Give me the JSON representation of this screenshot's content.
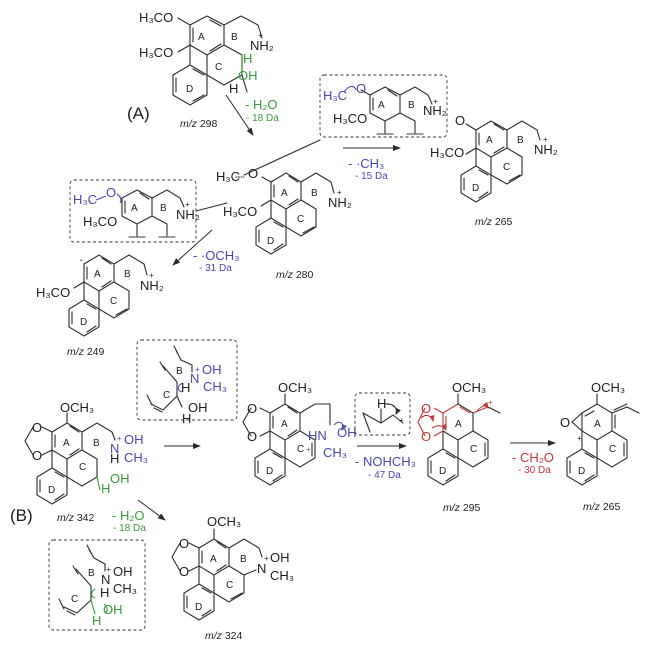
{
  "panels": {
    "A": {
      "label": "(A)",
      "compounds": [
        {
          "id": "a298",
          "mz_prefix": "m/z",
          "mz": "298"
        },
        {
          "id": "a280",
          "mz_prefix": "m/z",
          "mz": "280"
        },
        {
          "id": "a265",
          "mz_prefix": "m/z",
          "mz": "265"
        },
        {
          "id": "a249",
          "mz_prefix": "m/z",
          "mz": "249"
        }
      ],
      "losses": [
        {
          "id": "h2o",
          "formula": "- H₂O",
          "mass": "- 18 Da",
          "color": "#3a9a3a"
        },
        {
          "id": "ch3",
          "formula": "- ·CH₃",
          "mass": "- 15 Da",
          "color": "#4a47b0"
        },
        {
          "id": "och3",
          "formula": "- ·OCH₃",
          "mass": "- 31 Da",
          "color": "#4a47b0"
        }
      ]
    },
    "B": {
      "label": "(B)",
      "compounds": [
        {
          "id": "b342",
          "mz_prefix": "m/z",
          "mz": "342"
        },
        {
          "id": "b324",
          "mz_prefix": "m/z",
          "mz": "324"
        },
        {
          "id": "b295",
          "mz_prefix": "m/z",
          "mz": "295"
        },
        {
          "id": "b265",
          "mz_prefix": "m/z",
          "mz": "265"
        }
      ],
      "losses": [
        {
          "id": "h2o",
          "formula": "- H₂O",
          "mass": "- 18 Da",
          "color": "#3a9a3a"
        },
        {
          "id": "nohch3",
          "formula": "- NOHCH₃",
          "mass": "- 47 Da",
          "color": "#4a47b0"
        },
        {
          "id": "ch2o",
          "formula": "- CH₂O",
          "mass": "- 30 Da",
          "color": "#c0393b"
        }
      ]
    }
  },
  "atoms": {
    "h3co": "H₃CO",
    "h3c": "H₃C",
    "och3": "OCH₃",
    "ch3": "CH₃",
    "nh2": "NH₂",
    "n": "N",
    "hn": "HN",
    "oh": "OH",
    "o": "O",
    "h": "H",
    "plus": "+",
    "ring_a": "A",
    "ring_b": "B",
    "ring_c": "C",
    "ring_d": "D"
  },
  "colors": {
    "water_loss": "#3a9a3a",
    "methyl_loss": "#4a47b0",
    "formaldehyde_loss": "#c0393b",
    "bond": "#2b2b2b"
  }
}
